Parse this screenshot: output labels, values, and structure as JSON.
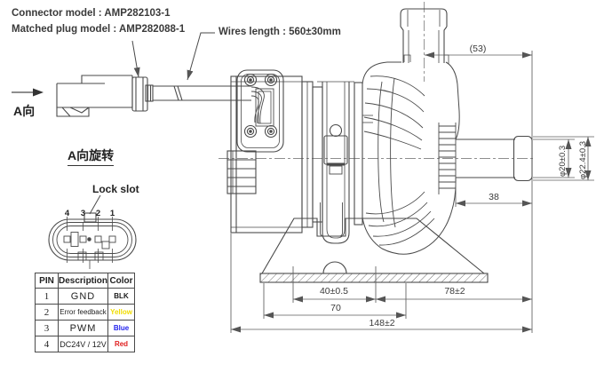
{
  "annotations": {
    "connector_model": "Connector model : AMP282103-1",
    "matched_plug_model": "Matched plug model : AMP282088-1",
    "wires_length": "Wires length : 560±30mm",
    "view_a": "A向",
    "view_a_rotation": "A向旋转",
    "lock_slot": "Lock slot"
  },
  "dimensions": {
    "overall_top": "(53)",
    "outlet_length": "38",
    "outlet_pipe_od": "φ20±0.3",
    "outlet_barb_od": "φ22.4±0.3",
    "mount_hole_spacing": "40±0.5",
    "body_length": "78±2",
    "base_width": "70",
    "overall_length": "148±2"
  },
  "connector_face": {
    "pin_numbers": [
      "4",
      "3",
      "2",
      "1"
    ]
  },
  "pin_table": {
    "headers": [
      "PIN",
      "Description",
      "Color"
    ],
    "rows": [
      {
        "pin": "1",
        "description": "GND",
        "color": "BLK",
        "color_hex": "#1a1a1a"
      },
      {
        "pin": "2",
        "description": "Error feedback",
        "color": "Yellow",
        "color_hex": "#f0dc00"
      },
      {
        "pin": "3",
        "description": "PWM",
        "color": "Blue",
        "color_hex": "#2222ee"
      },
      {
        "pin": "4",
        "description": "DC24V / 12V",
        "color": "Red",
        "color_hex": "#e02020"
      }
    ]
  },
  "colors": {
    "line": "#4a4a4a",
    "dim": "#5d5d5d",
    "text": "#3a3a3a"
  }
}
